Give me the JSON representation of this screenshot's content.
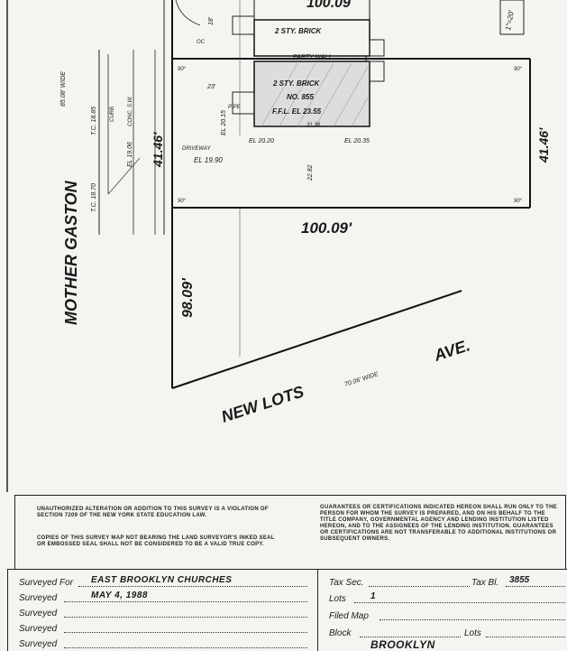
{
  "plan": {
    "street_top_partial": "100.09",
    "top_right_tag": "1\"=20'",
    "street_left": "MOTHER GASTON",
    "street_left_width": "85.08' WIDE",
    "tc_1885": "T.C. 18.85",
    "curb": "CURB",
    "conc_sw": "CONC. S.W.",
    "el_1906": "EL 19.06",
    "tc_1870": "T.C. 18.70",
    "pl_dim": "41.46'",
    "el_2015": "EL 20.15",
    "bldg_upper": "2 STY. BRICK",
    "party_wall": "PARTY WALL",
    "bldg_main_1": "2 STY. BRICK",
    "bldg_main_2": "NO. 855",
    "bldg_main_3": "F.F.L. EL 23.55",
    "bldg_width": "31.38",
    "el_2020": "EL 20.20",
    "el_2035": "EL 20.35",
    "driveway": "DRIVEWAY",
    "el_1990": "EL 19.90",
    "dim_2282": "22.82",
    "dim_23": "23'",
    "right_dim": "41.46'",
    "bottom_dim": "100.09'",
    "left_dim": "98.09'",
    "street_bottom_1": "NEW LOTS",
    "street_bottom_2": "AVE.",
    "street_bottom_width": "70.06' WIDE",
    "deg90": "90°",
    "pipe": "PIPE",
    "oc": "OC",
    "corner_18": "18'"
  },
  "notes": {
    "left1": "UNAUTHORIZED ALTERATION OR ADDITION TO THIS SURVEY IS A VIOLATION OF SECTION 7209 OF THE NEW YORK STATE EDUCATION LAW.",
    "left2": "COPIES OF THIS SURVEY MAP NOT BEARING THE LAND SURVEYOR'S INKED SEAL OR EMBOSSED SEAL SHALL NOT BE CONSIDERED TO BE A VALID TRUE COPY.",
    "right": "GUARANTEES OR CERTIFICATIONS INDICATED HEREON SHALL RUN ONLY TO THE PERSON FOR WHOM THE SURVEY IS PREPARED, AND ON HIS BEHALF TO THE TITLE COMPANY, GOVERNMENTAL AGENCY AND LENDING INSTITUTION LISTED HEREON, AND TO THE ASSIGNEES OF THE LENDING INSTITUTION. GUARANTEES OR CERTIFICATIONS ARE NOT TRANSFERABLE TO ADDITIONAL INSTITUTIONS OR SUBSEQUENT OWNERS."
  },
  "form": {
    "surveyed_for_label": "Surveyed For",
    "surveyed_for_value": "EAST BROOKLYN CHURCHES",
    "surveyed_label": "Surveyed",
    "surveyed_date": "MAY 4, 1988",
    "surveyed_label_3": "Surveyed",
    "surveyed_label_4": "Surveyed",
    "surveyed_label_5": "Surveyed",
    "tax_sec_label": "Tax Sec.",
    "tax_bl_label": "Tax Bl.",
    "tax_bl_value": "3855",
    "lots_label": "Lots",
    "lots_value": "1",
    "filed_map_label": "Filed Map",
    "block_label": "Block",
    "block_lots_label": "Lots",
    "borough": "BROOKLYN"
  }
}
